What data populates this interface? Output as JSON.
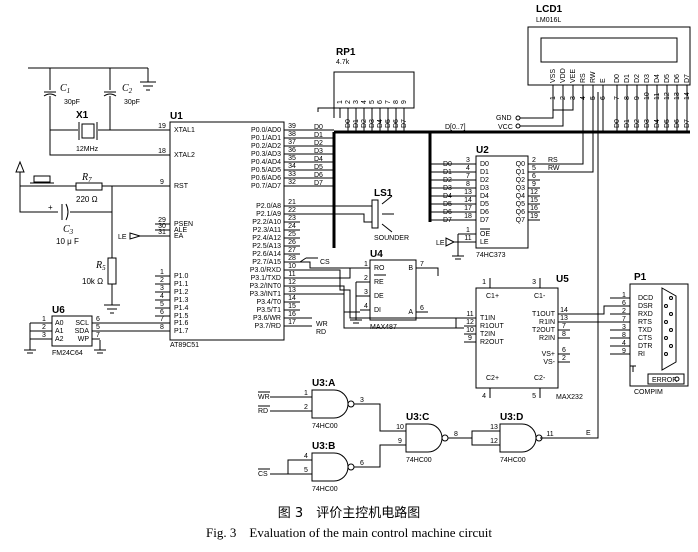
{
  "caption": {
    "cn": "图 3　评价主控机电路图",
    "en": "Fig. 3　Evaluation of the main control machine circuit"
  },
  "u1": {
    "ref": "U1",
    "part": "AT89C51",
    "left_pins": [
      {
        "num": "19",
        "name": "XTAL1"
      },
      {
        "num": "18",
        "name": "XTAL2"
      },
      {
        "num": "9",
        "name": "RST"
      },
      {
        "num": "29",
        "name": "PSEN"
      },
      {
        "num": "30",
        "name": "ALE"
      },
      {
        "num": "31",
        "name": "EA"
      },
      {
        "num": "1",
        "name": "P1.0"
      },
      {
        "num": "2",
        "name": "P1.1"
      },
      {
        "num": "3",
        "name": "P1.2"
      },
      {
        "num": "4",
        "name": "P1.3"
      },
      {
        "num": "5",
        "name": "P1.4"
      },
      {
        "num": "6",
        "name": "P1.5"
      },
      {
        "num": "7",
        "name": "P1.6"
      },
      {
        "num": "8",
        "name": "P1.7"
      }
    ],
    "right_pins": [
      {
        "num": "39",
        "name": "P0.0/AD0"
      },
      {
        "num": "38",
        "name": "P0.1/AD1"
      },
      {
        "num": "37",
        "name": "P0.2/AD2"
      },
      {
        "num": "36",
        "name": "P0.3/AD3"
      },
      {
        "num": "35",
        "name": "P0.4/AD4"
      },
      {
        "num": "34",
        "name": "P0.5/AD5"
      },
      {
        "num": "33",
        "name": "P0.6/AD6"
      },
      {
        "num": "32",
        "name": "P0.7/AD7"
      },
      {
        "num": "21",
        "name": "P2.0/A8"
      },
      {
        "num": "22",
        "name": "P2.1/A9"
      },
      {
        "num": "23",
        "name": "P2.2/A10"
      },
      {
        "num": "24",
        "name": "P2.3/A11"
      },
      {
        "num": "25",
        "name": "P2.4/A12"
      },
      {
        "num": "26",
        "name": "P2.5/A13"
      },
      {
        "num": "27",
        "name": "P2.6/A14"
      },
      {
        "num": "28",
        "name": "P2.7/A15"
      },
      {
        "num": "10",
        "name": "P3.0/RXD"
      },
      {
        "num": "11",
        "name": "P3.1/TXD"
      },
      {
        "num": "12",
        "name": "P3.2/INT0"
      },
      {
        "num": "13",
        "name": "P3.3/INT1"
      },
      {
        "num": "14",
        "name": "P3.4/T0"
      },
      {
        "num": "15",
        "name": "P3.5/T1"
      },
      {
        "num": "16",
        "name": "P3.6/WR"
      },
      {
        "num": "17",
        "name": "P3.7/RD"
      }
    ],
    "d_labels": [
      "D0",
      "D1",
      "D2",
      "D3",
      "D4",
      "D5",
      "D6",
      "D7"
    ],
    "net_cs": "CS",
    "net_wr": "WR",
    "net_rd": "RD"
  },
  "osc": {
    "c1_ref": "C",
    "c1_sub": "1",
    "c1_val": "30pF",
    "c2_ref": "C",
    "c2_sub": "2",
    "c2_val": "30pF",
    "x1_ref": "X1",
    "x1_val": "12MHz"
  },
  "reset": {
    "r7_ref": "R",
    "r7_sub": "7",
    "r7_val": "220 Ω",
    "c3_ref": "C",
    "c3_sub": "3",
    "c3_val": "10 μ F",
    "c3_plus": "+",
    "r5_ref": "R",
    "r5_sub": "5",
    "r5_val": "10k Ω",
    "le_label": "LE"
  },
  "rp1": {
    "ref": "RP1",
    "val": "4.7k",
    "pins": [
      "1",
      "2",
      "3",
      "4",
      "5",
      "6",
      "7",
      "8",
      "9"
    ],
    "d_labels": [
      "D0",
      "D1",
      "D2",
      "D3",
      "D4",
      "D5",
      "D6",
      "D7"
    ]
  },
  "lcd": {
    "ref": "LCD1",
    "part": "LM016L",
    "pins": [
      {
        "num": "1",
        "name": "VSS"
      },
      {
        "num": "2",
        "name": "VDD"
      },
      {
        "num": "3",
        "name": "VEE"
      },
      {
        "num": "4",
        "name": "RS"
      },
      {
        "num": "5",
        "name": "RW"
      },
      {
        "num": "6",
        "name": "E"
      },
      {
        "num": "7",
        "name": "D0"
      },
      {
        "num": "8",
        "name": "D1"
      },
      {
        "num": "9",
        "name": "D2"
      },
      {
        "num": "10",
        "name": "D3"
      },
      {
        "num": "11",
        "name": "D4"
      },
      {
        "num": "12",
        "name": "D5"
      },
      {
        "num": "13",
        "name": "D6"
      },
      {
        "num": "14",
        "name": "D7"
      }
    ],
    "gnd": "GND",
    "vcc": "VCC",
    "bus_label": "D[0..7]",
    "d_labels": [
      "D0",
      "D1",
      "D2",
      "D3",
      "D4",
      "D5",
      "D6",
      "D7"
    ]
  },
  "u2": {
    "ref": "U2",
    "part": "74HC373",
    "d_pins": [
      {
        "num": "3",
        "name": "D0"
      },
      {
        "num": "4",
        "name": "D1"
      },
      {
        "num": "7",
        "name": "D2"
      },
      {
        "num": "8",
        "name": "D3"
      },
      {
        "num": "13",
        "name": "D4"
      },
      {
        "num": "14",
        "name": "D5"
      },
      {
        "num": "17",
        "name": "D6"
      },
      {
        "num": "18",
        "name": "D7"
      }
    ],
    "q_pins": [
      {
        "num": "2",
        "name": "Q0"
      },
      {
        "num": "5",
        "name": "Q1"
      },
      {
        "num": "6",
        "name": "Q2"
      },
      {
        "num": "9",
        "name": "Q3"
      },
      {
        "num": "12",
        "name": "Q4"
      },
      {
        "num": "15",
        "name": "Q5"
      },
      {
        "num": "16",
        "name": "Q6"
      },
      {
        "num": "19",
        "name": "Q7"
      }
    ],
    "left_nets": [
      "D0",
      "D1",
      "D2",
      "D3",
      "D4",
      "D5",
      "D6",
      "D7"
    ],
    "oe": {
      "num": "1",
      "name": "OE"
    },
    "le": {
      "num": "11",
      "name": "LE"
    },
    "net_rs": "RS",
    "net_rw": "RW",
    "le_label": "LE"
  },
  "ls1": {
    "ref": "LS1",
    "part": "SOUNDER"
  },
  "u4": {
    "ref": "U4",
    "part": "MAX487",
    "pins": [
      {
        "num": "1",
        "name": "RO"
      },
      {
        "num": "2",
        "name": "RE"
      },
      {
        "num": "3",
        "name": "DE"
      },
      {
        "num": "4",
        "name": "DI"
      },
      {
        "num": "7",
        "name": "B"
      },
      {
        "num": "6",
        "name": "A"
      }
    ]
  },
  "u5": {
    "ref": "U5",
    "part": "MAX232",
    "left_pins": [
      {
        "num": "11",
        "name": "T1IN"
      },
      {
        "num": "12",
        "name": "R1OUT"
      },
      {
        "num": "10",
        "name": "T2IN"
      },
      {
        "num": "9",
        "name": "R2OUT"
      }
    ],
    "right_pins": [
      {
        "num": "14",
        "name": "T1OUT"
      },
      {
        "num": "13",
        "name": "R1IN"
      },
      {
        "num": "7",
        "name": "T2OUT"
      },
      {
        "num": "8",
        "name": "R2IN"
      },
      {
        "num": "6",
        "name": "VS+"
      },
      {
        "num": "2",
        "name": "VS-"
      }
    ],
    "top": [
      "C1+",
      "C1-"
    ],
    "bottom": [
      "C2+",
      "C2-"
    ],
    "cap_pins": {
      "c1p": "1",
      "c1m": "3",
      "c2p": "4",
      "c2m": "5"
    }
  },
  "p1": {
    "ref": "P1",
    "part": "COMPIM",
    "pins": [
      {
        "num": "1",
        "name": "DCD"
      },
      {
        "num": "6",
        "name": "DSR"
      },
      {
        "num": "2",
        "name": "RXD"
      },
      {
        "num": "7",
        "name": "RTS"
      },
      {
        "num": "3",
        "name": "TXD"
      },
      {
        "num": "8",
        "name": "CTS"
      },
      {
        "num": "4",
        "name": "DTR"
      },
      {
        "num": "9",
        "name": "RI"
      }
    ],
    "error": "ERROR"
  },
  "u6": {
    "ref": "U6",
    "part": "FM24C64",
    "left_pins": [
      {
        "num": "1",
        "name": "A0"
      },
      {
        "num": "2",
        "name": "A1"
      },
      {
        "num": "3",
        "name": "A2"
      }
    ],
    "right_pins": [
      {
        "num": "6",
        "name": "SCL"
      },
      {
        "num": "5",
        "name": "SDA"
      },
      {
        "num": "7",
        "name": "WP"
      }
    ]
  },
  "gates": {
    "u3a": {
      "ref": "U3:A",
      "part": "74HC00",
      "in1": "1",
      "in2": "2",
      "out": "3",
      "net1": "WR",
      "net2": "RD"
    },
    "u3b": {
      "ref": "U3:B",
      "part": "74HC00",
      "in1": "4",
      "in2": "5",
      "out": "6",
      "net1": "CS"
    },
    "u3c": {
      "ref": "U3:C",
      "part": "74HC00",
      "in1": "10",
      "in2": "9",
      "out": "8"
    },
    "u3d": {
      "ref": "U3:D",
      "part": "74HC00",
      "in1": "13",
      "in2": "12",
      "out": "11",
      "net_out": "E"
    }
  }
}
